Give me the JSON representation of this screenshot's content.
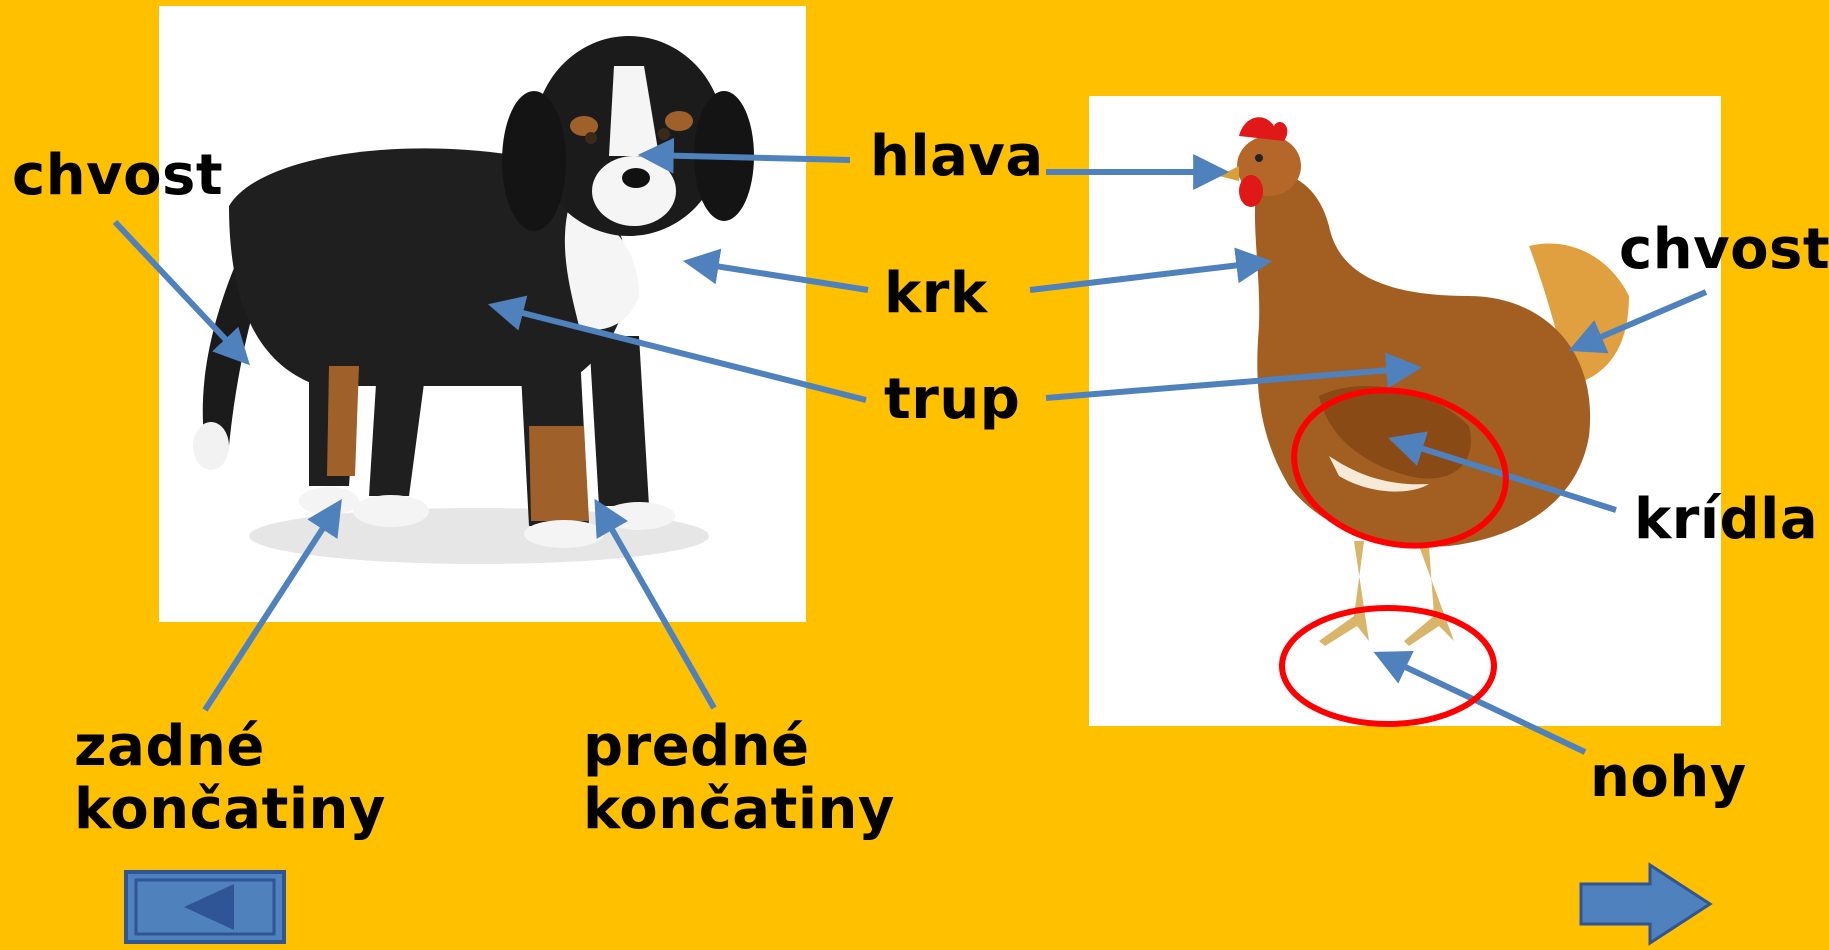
{
  "slide": {
    "background_color": "#FFC000",
    "arrow_color": "#4F81BD",
    "highlight_color": "#FF0000"
  },
  "labels": {
    "dog_tail": "chvost",
    "head": "hlava",
    "neck": "krk",
    "trunk": "trup",
    "dog_hind_legs_1": "zadné",
    "dog_hind_legs_2": "končatiny",
    "dog_front_legs_1": "predné",
    "dog_front_legs_2": "končatiny",
    "hen_tail": "chvost",
    "hen_wings": "krídla",
    "hen_legs": "nohy"
  },
  "navigation": {
    "back_icon": "back-arrow-icon",
    "forward_icon": "forward-arrow-icon"
  }
}
